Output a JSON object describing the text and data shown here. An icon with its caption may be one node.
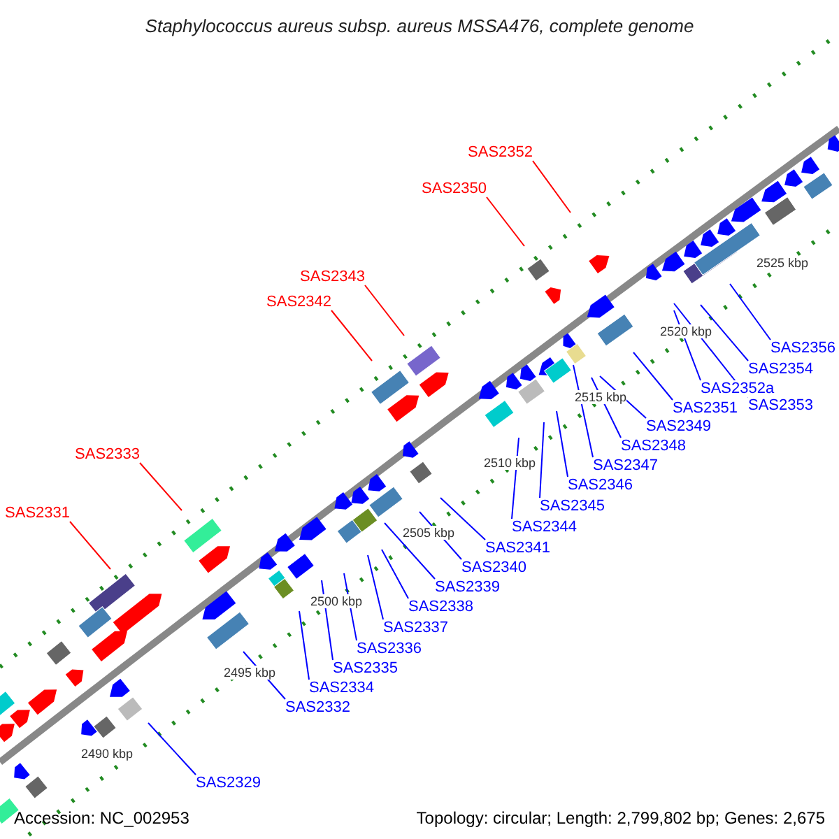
{
  "diagram": {
    "title": "Staphylococcus aureus subsp. aureus MSSA476, complete genome",
    "nodes": [
      {
        "text": [
          "SAS2352"
        ]
      },
      {
        "text": [
          "SAS2350"
        ]
      },
      {
        "text": [
          "SAS2343"
        ]
      },
      {
        "text": [
          "SAS2342"
        ]
      },
      {
        "text": [
          "SAS2333"
        ]
      },
      {
        "text": [
          "SAS2331"
        ]
      },
      {
        "text": [
          "SAS2356"
        ]
      },
      {
        "text": [
          "SAS2354"
        ]
      },
      {
        "text": [
          "SAS2352a"
        ]
      },
      {
        "text": [
          "SAS2353"
        ]
      },
      {
        "text": [
          "SAS2351"
        ]
      },
      {
        "text": [
          "SAS2349"
        ]
      },
      {
        "text": [
          "SAS2348"
        ]
      },
      {
        "text": [
          "SAS2347"
        ]
      },
      {
        "text": [
          "SAS2346"
        ]
      },
      {
        "text": [
          "SAS2345"
        ]
      },
      {
        "text": [
          "SAS2344"
        ]
      },
      {
        "text": [
          "SAS2341"
        ]
      },
      {
        "text": [
          "SAS2340"
        ]
      },
      {
        "text": [
          "SAS2339"
        ]
      },
      {
        "text": [
          "SAS2338"
        ]
      },
      {
        "text": [
          "SAS2337"
        ]
      },
      {
        "text": [
          "SAS2336"
        ]
      },
      {
        "text": [
          "SAS2335"
        ]
      },
      {
        "text": [
          "SAS2334"
        ]
      },
      {
        "text": [
          "SAS2332"
        ]
      },
      {
        "text": [
          "SAS2329"
        ]
      }
    ],
    "edges": [
      {
        "from": 0,
        "to": null,
        "arrow": "none",
        "color": "#ff0000"
      },
      {
        "from": 1,
        "to": null,
        "arrow": "none",
        "color": "#ff0000"
      },
      {
        "from": 2,
        "to": null,
        "arrow": "none",
        "color": "#ff0000"
      },
      {
        "from": 3,
        "to": null,
        "arrow": "none",
        "color": "#ff0000"
      },
      {
        "from": 4,
        "to": null,
        "arrow": "none",
        "color": "#ff0000"
      },
      {
        "from": 5,
        "to": null,
        "arrow": "none",
        "color": "#ff0000"
      },
      {
        "from": 6,
        "to": null,
        "arrow": "none"
      },
      {
        "from": 7,
        "to": null,
        "arrow": "none"
      },
      {
        "from": 8,
        "to": null,
        "arrow": "none"
      },
      {
        "from": 9,
        "to": null,
        "arrow": "none"
      },
      {
        "from": 10,
        "to": null,
        "arrow": "none"
      },
      {
        "from": 11,
        "to": null,
        "arrow": "none"
      },
      {
        "from": 12,
        "to": null,
        "arrow": "none"
      },
      {
        "from": 13,
        "to": null,
        "arrow": "none"
      },
      {
        "from": 14,
        "to": null,
        "arrow": "none"
      },
      {
        "from": 15,
        "to": null,
        "arrow": "none"
      },
      {
        "from": 16,
        "to": null,
        "arrow": "none"
      },
      {
        "from": 17,
        "to": null,
        "arrow": "none"
      },
      {
        "from": 18,
        "to": null,
        "arrow": "none"
      },
      {
        "from": 19,
        "to": null,
        "arrow": "none"
      },
      {
        "from": 20,
        "to": null,
        "arrow": "none"
      },
      {
        "from": 21,
        "to": null,
        "arrow": "none"
      },
      {
        "from": 22,
        "to": null,
        "arrow": "none"
      },
      {
        "from": 23,
        "to": null,
        "arrow": "none"
      },
      {
        "from": 24,
        "to": null,
        "arrow": "none"
      },
      {
        "from": 25,
        "to": null,
        "arrow": "none"
      },
      {
        "from": 26,
        "to": null,
        "arrow": "none"
      }
    ],
    "labels": [
      "2525 kbp",
      "2520 kbp",
      "2515 kbp",
      "2510 kbp",
      "2505 kbp",
      "2500 kbp",
      "2495 kbp",
      "2490 kbp",
      "Accession: NC_002953",
      "Topology: circular; Length: 2,799,802 bp; Genes: 2,675"
    ]
  }
}
